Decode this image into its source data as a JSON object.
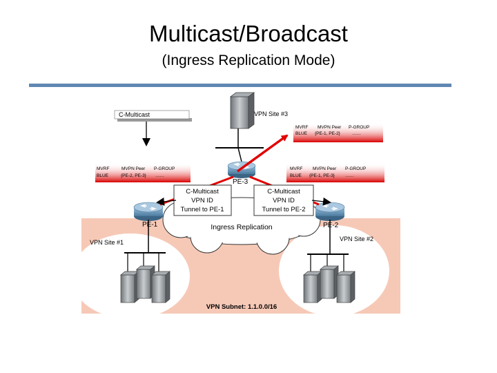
{
  "title": "Multicast/Broadcast",
  "subtitle": "(Ingress Replication Mode)",
  "colors": {
    "accent_bar": "#5f88b3",
    "site_region": "#f6c9b7",
    "red_highlight": "#e00000",
    "tunnel_arrow": "#000000"
  },
  "diagram": {
    "c_multicast_top_label": "C-Multicast",
    "vpn_site_3": "VPN Site #3",
    "vpn_site_1": "VPN Site #1",
    "vpn_site_2": "VPN Site #2",
    "pe1": "PE-1",
    "pe2": "PE-2",
    "pe3": "PE-3",
    "cloud_label": "Ingress Replication",
    "subnet": "VPN Subnet: 1.1.0.0/16",
    "table_top_right": {
      "h1": "MVRF",
      "h2": "MVPN Peer",
      "h3": "P-GROUP",
      "v1": "BLUE",
      "v2": "{PE-1, PE-2}",
      "v3": "……"
    },
    "table_left": {
      "h1": "MVRF",
      "h2": "MVPN Peer",
      "h3": "P-GROUP",
      "v1": "BLUE",
      "v2": "{PE-2, PE-3}",
      "v3": "……"
    },
    "table_right": {
      "h1": "MVRF",
      "h2": "MVPN Peer",
      "h3": "P-GROUP",
      "v1": "BLUE",
      "v2": "{PE-1, PE-3}",
      "v3": "……"
    },
    "box_left": {
      "line1": "C-Multicast",
      "line2": "VPN ID",
      "line3": "Tunnel to PE-1"
    },
    "box_right": {
      "line1": "C-Multicast",
      "line2": "VPN ID",
      "line3": "Tunnel to PE-2"
    }
  }
}
